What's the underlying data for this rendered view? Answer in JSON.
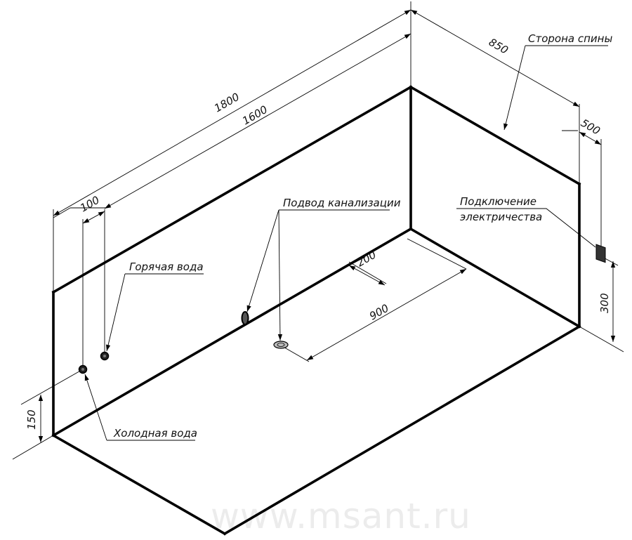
{
  "labels": {
    "back_side": "Сторона спины",
    "drain": "Подвод канализации",
    "electric_line1": "Подключение",
    "electric_line2": "электричества",
    "hot_water": "Горячая вода",
    "cold_water": "Холодная вода"
  },
  "dimensions": {
    "length_outer": "1800",
    "length_inner": "1600",
    "width": "850",
    "electric_offset": "500",
    "pipe_spacing": "100",
    "drain_offset": "200",
    "drain_position": "900",
    "electric_height": "300",
    "cold_height": "150"
  },
  "watermark": "www.msant.ru",
  "colors": {
    "lines": "#000000",
    "watermark": "#ececec"
  }
}
